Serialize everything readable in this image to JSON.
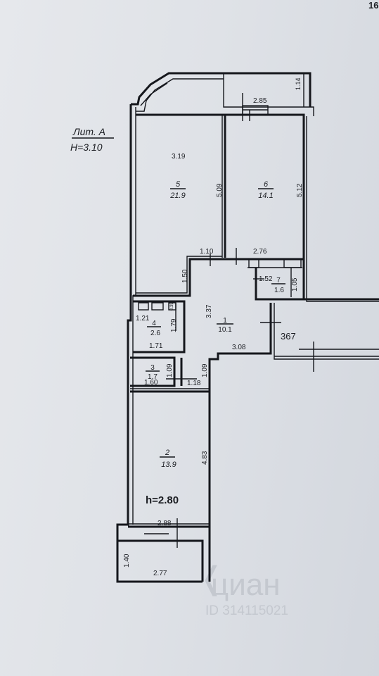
{
  "page_number": "16",
  "litera": {
    "title": "Лит. А",
    "height": "H=3.10"
  },
  "rooms": [
    {
      "number": "1",
      "area": "10.1"
    },
    {
      "number": "2",
      "area": "13.9"
    },
    {
      "number": "3",
      "area": "1.7"
    },
    {
      "number": "4",
      "area": "2.6"
    },
    {
      "number": "5",
      "area": "21.9"
    },
    {
      "number": "6",
      "area": "14.1"
    },
    {
      "number": "7",
      "area": "1.6"
    }
  ],
  "dimensions": {
    "balcony_top_width": "2.85",
    "balcony_top_depth": "1.14",
    "room5_width": "3.19",
    "room5_depth": "5.09",
    "room6_depth": "5.12",
    "wall_110": "1.10",
    "wall_276": "2.76",
    "wall_150": "1.50",
    "wall_152": "1.52",
    "wall_105": "1.05",
    "room1_depth": "3.37",
    "dim_367": "367",
    "room1_width": "3.08",
    "room4_width_top": "1.21",
    "room4_small": "0.39",
    "room4_depth": "1.79",
    "room4_width": "1.71",
    "room3_width": "1.60",
    "room3_depth": "1.09",
    "corr_depth": "1.09",
    "corr_width": "1.18",
    "room2_depth": "4.83",
    "room2_width": "2.88",
    "balcony_bottom_depth": "1.40",
    "balcony_bottom_width": "2.77"
  },
  "room2_height": "h=2.80",
  "watermark": {
    "brand": "циан",
    "id": "ID 314115021"
  }
}
